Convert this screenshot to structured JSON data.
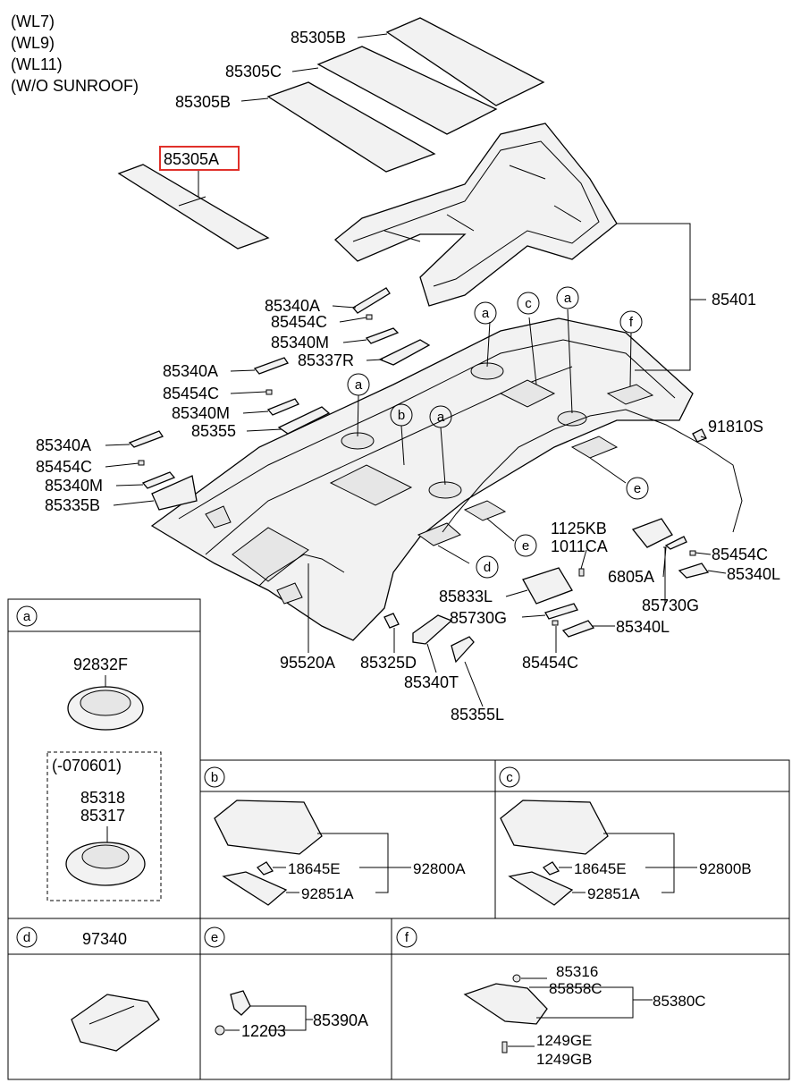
{
  "variants": [
    "(WL7)",
    "(WL9)",
    "(WL11)",
    "(W/O SUNROOF)"
  ],
  "highlighted_part": "85305A",
  "callouts": {
    "p85305B_top": "85305B",
    "p85305C": "85305C",
    "p85305B_bottom": "85305B",
    "p85305A": "85305A",
    "p85401": "85401",
    "p85340A_1": "85340A",
    "p85454C_1": "85454C",
    "p85340M_1": "85340M",
    "p85337R": "85337R",
    "p85340A_2": "85340A",
    "p85454C_2": "85454C",
    "p85340M_2": "85340M",
    "p85355": "85355",
    "p85340A_3": "85340A",
    "p85454C_3": "85454C",
    "p85340M_3": "85340M",
    "p85335B": "85335B",
    "p91810S": "91810S",
    "p1125KB": "1125KB",
    "p1011CA": "1011CA",
    "p85454C_r": "85454C",
    "p6805A": "6805A",
    "p85340L_r": "85340L",
    "p85833L": "85833L",
    "p85730G_r": "85730G",
    "p85730G_l": "85730G",
    "p85340L_b": "85340L",
    "p95520A": "95520A",
    "p85325D": "85325D",
    "p85340T": "85340T",
    "p85454C_b": "85454C",
    "p85355L": "85355L"
  },
  "markers": {
    "a": "a",
    "b": "b",
    "c": "c",
    "d": "d",
    "e": "e",
    "f": "f"
  },
  "panel_a": {
    "tag": "a",
    "part1": "92832F",
    "note": "(-070601)",
    "part2": "85318",
    "part3": "85317"
  },
  "panel_b": {
    "tag": "b",
    "bulb": "18645E",
    "lens": "92851A",
    "assy": "92800A"
  },
  "panel_c": {
    "tag": "c",
    "bulb": "18645E",
    "lens": "92851A",
    "assy": "92800B"
  },
  "panel_d": {
    "tag": "d",
    "part": "97340"
  },
  "panel_e": {
    "tag": "e",
    "screw": "12203",
    "assy": "85390A"
  },
  "panel_f": {
    "tag": "f",
    "part1": "85316",
    "part2": "85858C",
    "assy": "85380C",
    "bolt1": "1249GE",
    "bolt2": "1249GB"
  }
}
